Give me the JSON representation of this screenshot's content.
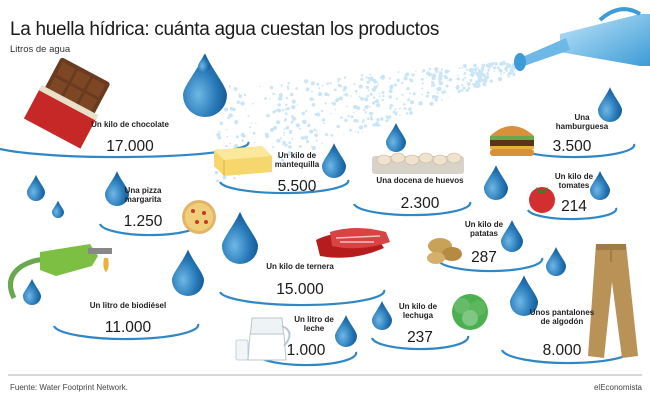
{
  "header": {
    "title": "La huella hídrica: cuánta agua cuestan los productos",
    "unit_label": "Litros de agua"
  },
  "footer": {
    "source": "Fuente: Water Footprint Network.",
    "brand": "elEconomista"
  },
  "colors": {
    "water_drop": "#1d6fa8",
    "ring": "#2f87c6",
    "spray": "#9fd0ee"
  },
  "chart_data": {
    "type": "pictorial",
    "title": "La huella hídrica: cuánta agua cuestan los productos",
    "unit": "Litros de agua",
    "items": [
      {
        "label": "Un kilo de chocolate",
        "value_text": "17.000",
        "value": 17000,
        "icon": "chocolate-bar-icon"
      },
      {
        "label": "Una hamburguesa",
        "value_text": "3.500",
        "value": 3500,
        "icon": "hamburger-icon"
      },
      {
        "label": "Un kilo de mantequilla",
        "value_text": "5.500",
        "value": 5500,
        "icon": "butter-icon"
      },
      {
        "label": "Una docena de huevos",
        "value_text": "2.300",
        "value": 2300,
        "icon": "eggs-icon"
      },
      {
        "label": "Un kilo de tomates",
        "value_text": "214",
        "value": 214,
        "icon": "tomato-icon"
      },
      {
        "label": "Una pizza margarita",
        "value_text": "1.250",
        "value": 1250,
        "icon": "pizza-icon"
      },
      {
        "label": "Un kilo de ternera",
        "value_text": "15.000",
        "value": 15000,
        "icon": "beef-icon"
      },
      {
        "label": "Un kilo de patatas",
        "value_text": "287",
        "value": 287,
        "icon": "potatoes-icon"
      },
      {
        "label": "Un litro de biodiésel",
        "value_text": "11.000",
        "value": 11000,
        "icon": "fuel-nozzle-icon"
      },
      {
        "label": "Un litro de leche",
        "value_text": "1.000",
        "value": 1000,
        "icon": "milk-jug-icon"
      },
      {
        "label": "Un kilo de lechuga",
        "value_text": "237",
        "value": 237,
        "icon": "lettuce-icon"
      },
      {
        "label": "Unos pantalones de algodón",
        "value_text": "8.000",
        "value": 8000,
        "icon": "trousers-icon"
      }
    ]
  }
}
